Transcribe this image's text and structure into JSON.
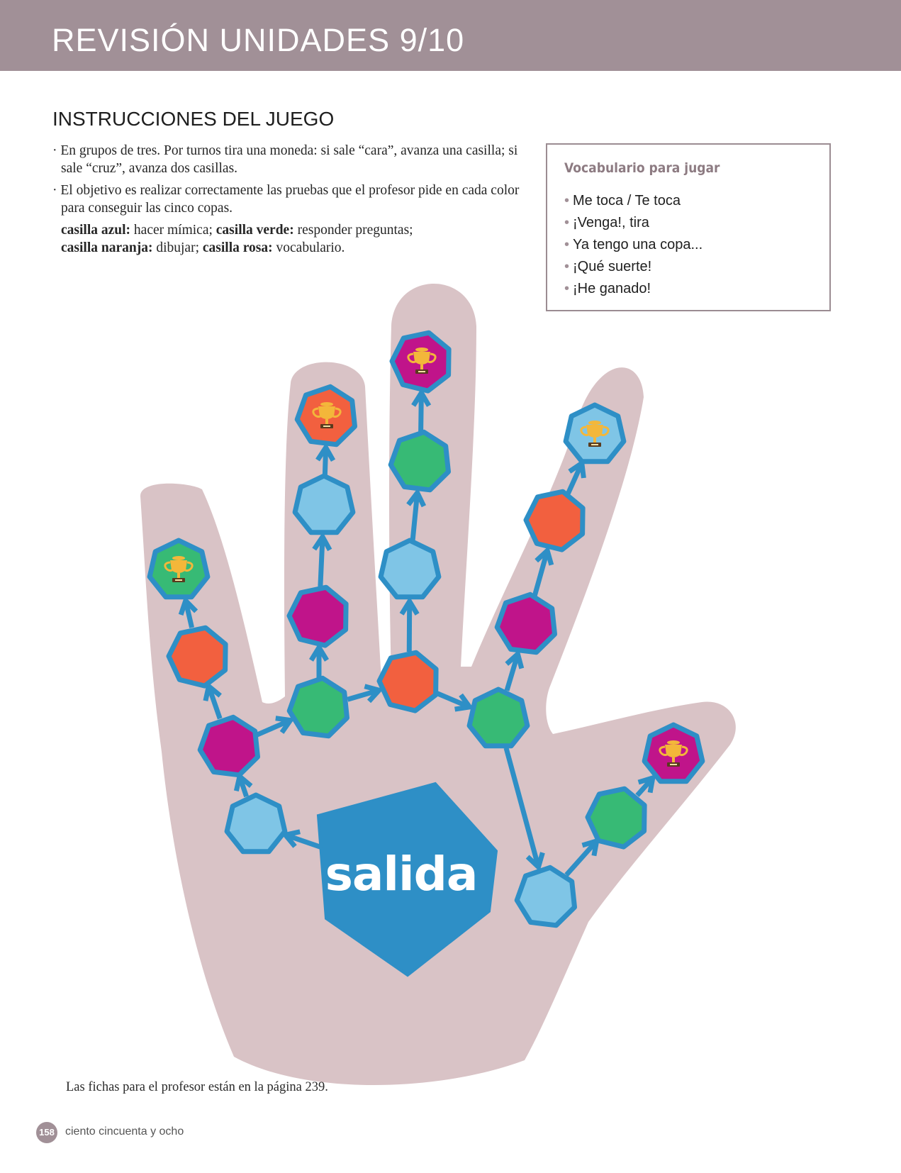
{
  "header": {
    "title": "REVISIÓN UNIDADES 9/10"
  },
  "instructions": {
    "title": "INSTRUCCIONES DEL JUEGO",
    "bullet_1": "· En grupos de tres. Por turnos tira una moneda: si sale “cara”, avanza una casilla; si sale “cruz”, avanza dos casillas.",
    "bullet_2": "· El objetivo es realizar correctamente las pruebas que el profesor pide en cada color para conseguir las cinco copas.",
    "legend": {
      "azul_label": "casilla azul:",
      "azul_text": " hacer mímica; ",
      "verde_label": "casilla verde:",
      "verde_text": " responder preguntas;",
      "naranja_label": "casilla naranja:",
      "naranja_text": " dibujar; ",
      "rosa_label": "casilla rosa:",
      "rosa_text": " vocabulario."
    }
  },
  "vocabulary": {
    "title": "Vocabulario para jugar",
    "items": [
      "Me toca / Te toca",
      "¡Venga!, tira",
      "Ya tengo una copa...",
      "¡Qué suerte!",
      "¡He ganado!"
    ]
  },
  "board": {
    "start_label": "salida",
    "colors": {
      "hand": "#d9c3c6",
      "outline": "#2e8fc6",
      "blue": "#7fc5e6",
      "green": "#37ba75",
      "orange": "#f2603f",
      "pink": "#c0148a",
      "start": "#2e8fc6",
      "trophy": "#f3b73a"
    },
    "spaces": [
      {
        "id": "s1",
        "color": "blue"
      },
      {
        "id": "s2",
        "color": "pink"
      },
      {
        "id": "s3",
        "color": "orange"
      },
      {
        "id": "s4",
        "color": "green",
        "trophy": true
      },
      {
        "id": "s5",
        "color": "green"
      },
      {
        "id": "s6",
        "color": "pink"
      },
      {
        "id": "s7",
        "color": "blue"
      },
      {
        "id": "s8",
        "color": "orange",
        "trophy": true
      },
      {
        "id": "s9",
        "color": "orange"
      },
      {
        "id": "s10",
        "color": "blue"
      },
      {
        "id": "s11",
        "color": "green"
      },
      {
        "id": "s12",
        "color": "pink",
        "trophy": true
      },
      {
        "id": "s13",
        "color": "green"
      },
      {
        "id": "s14",
        "color": "pink"
      },
      {
        "id": "s15",
        "color": "orange"
      },
      {
        "id": "s16",
        "color": "blue",
        "trophy": true
      },
      {
        "id": "s17",
        "color": "blue"
      },
      {
        "id": "s18",
        "color": "green"
      },
      {
        "id": "s19",
        "color": "pink",
        "trophy": true
      }
    ]
  },
  "footer": {
    "note": "Las fichas para el profesor están en la página 239.",
    "page_number": "158",
    "page_words": "ciento cincuenta y ocho"
  }
}
